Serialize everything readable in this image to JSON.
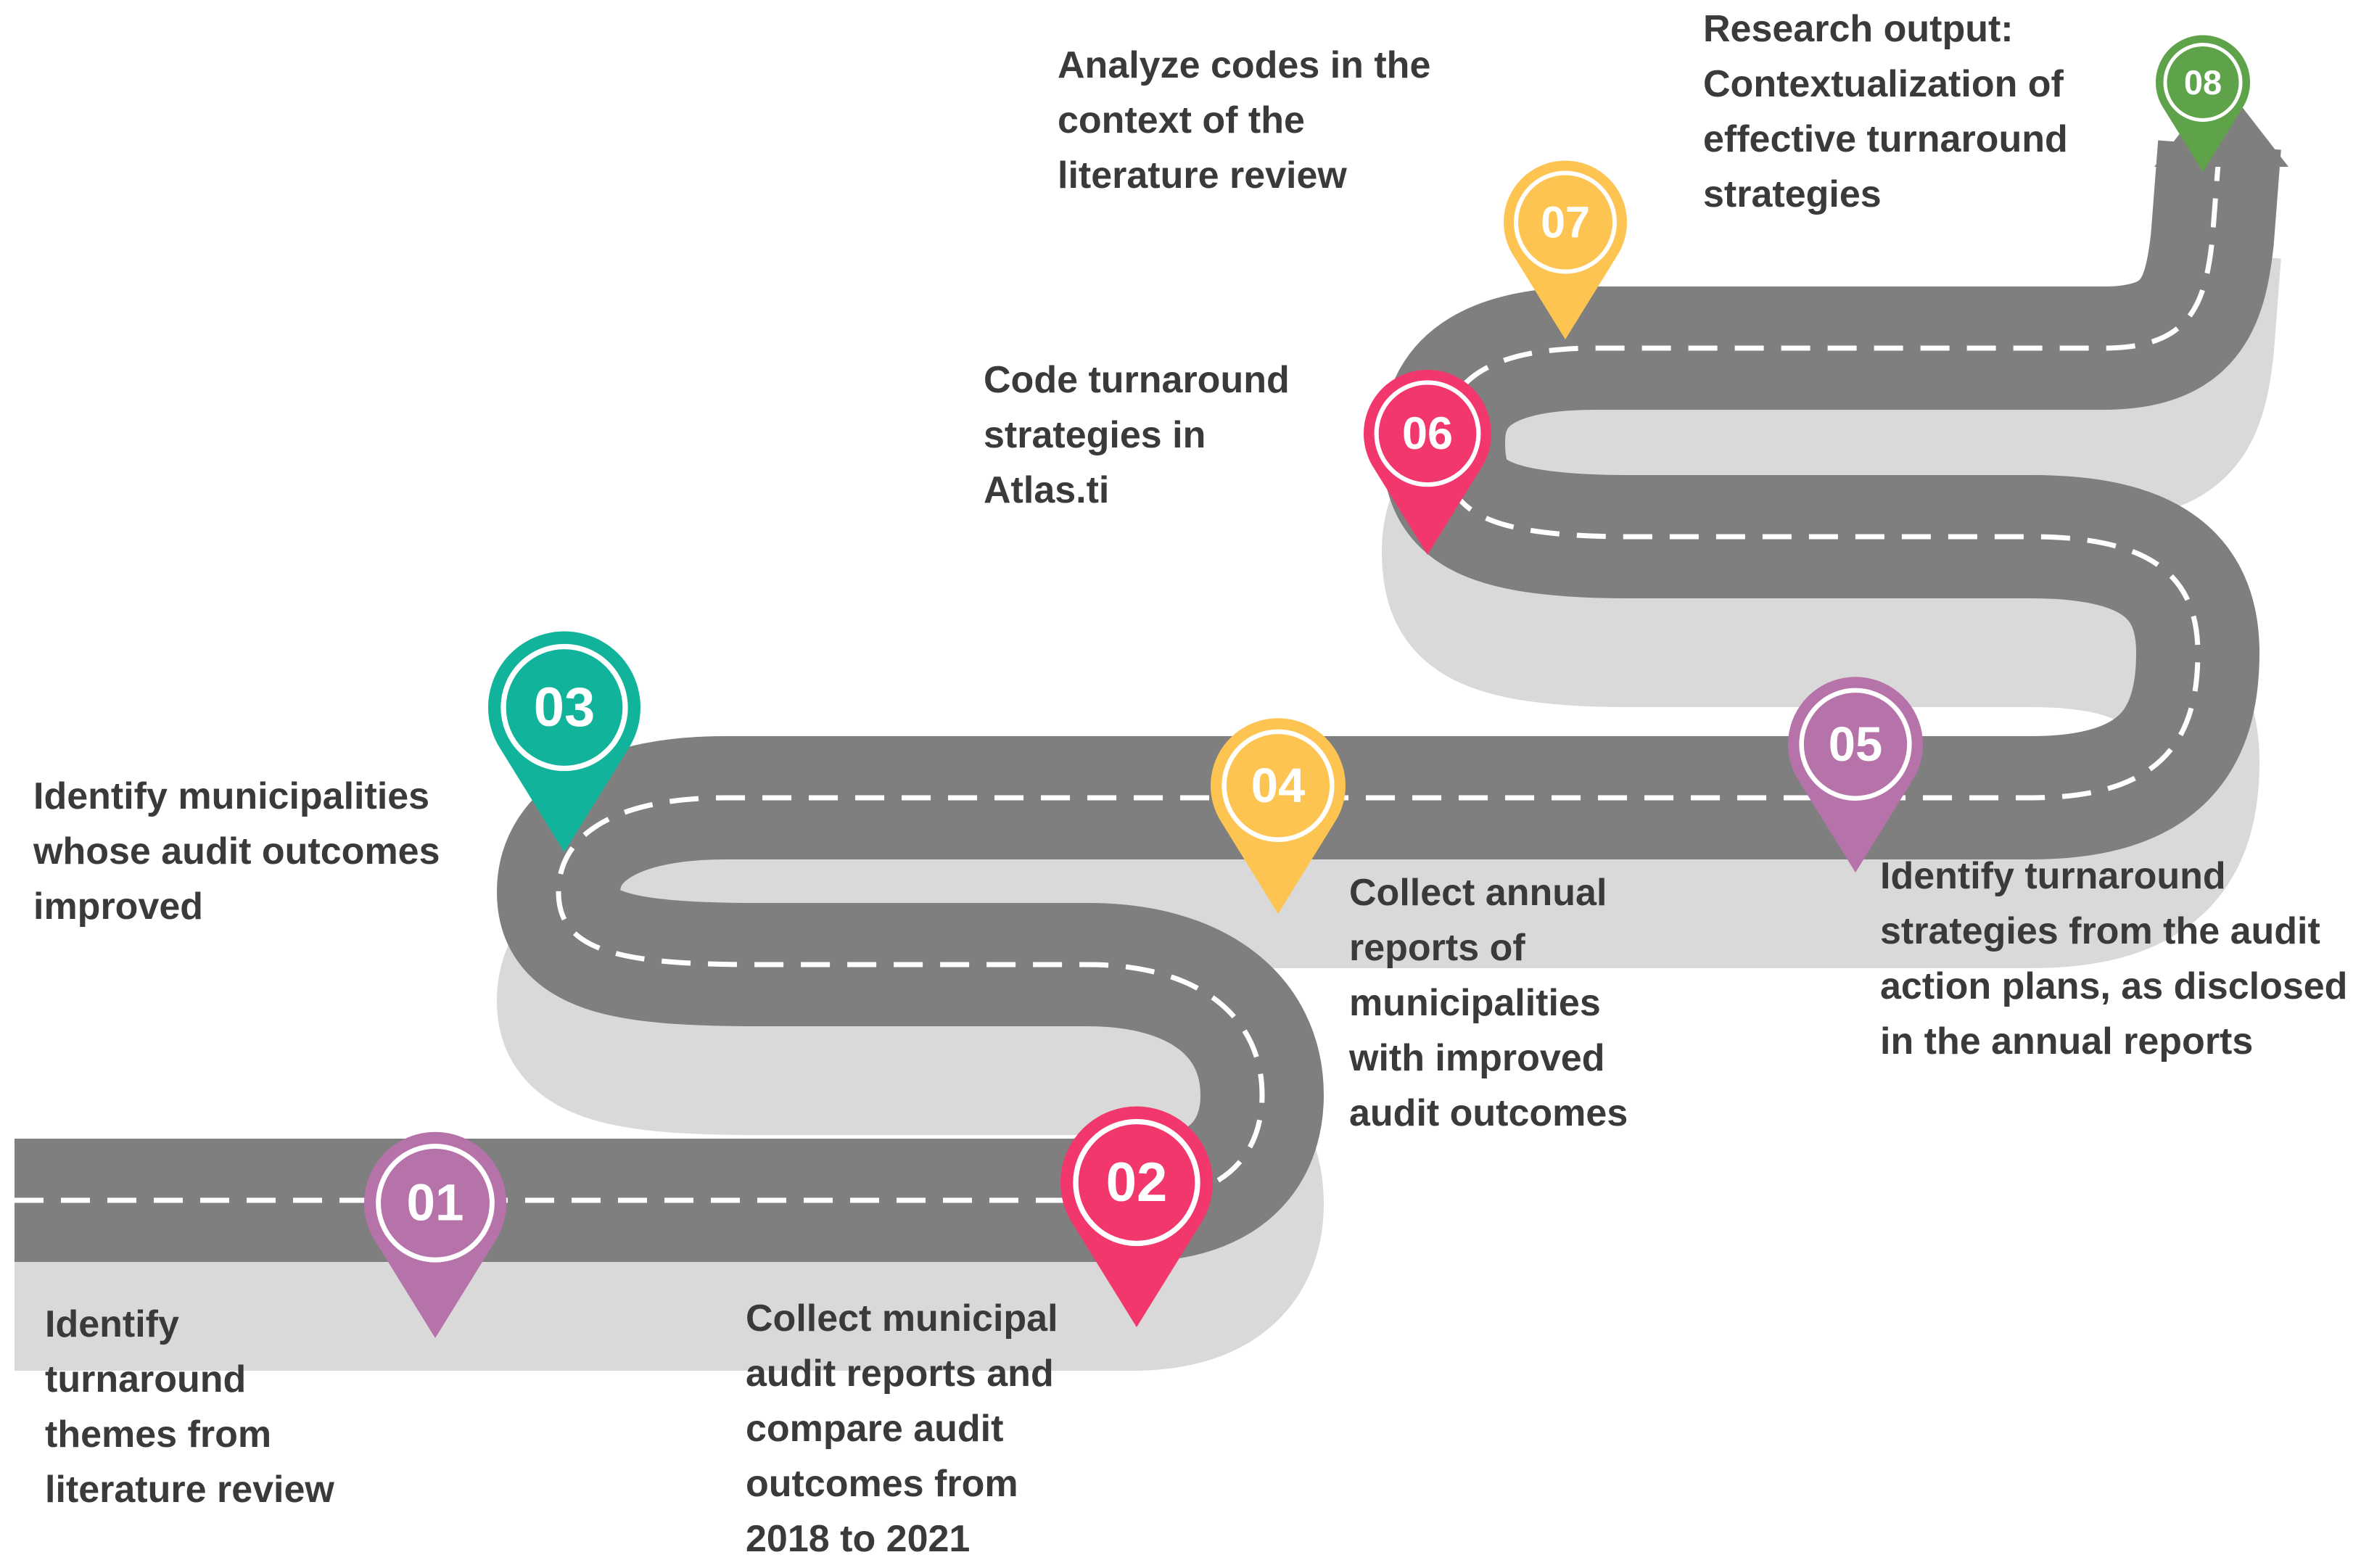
{
  "steps": [
    {
      "number": "01",
      "text": "Identify\nturnaround\nthemes from\nliterature review",
      "color": "#b673a9",
      "icon": "map-pin-icon"
    },
    {
      "number": "02",
      "text": "Collect municipal\naudit reports and\ncompare audit\noutcomes from\n2018 to 2021",
      "color": "#f2376d",
      "icon": "map-pin-icon"
    },
    {
      "number": "03",
      "text": "Identify municipalities\nwhose audit outcomes\nimproved",
      "color": "#12b39b",
      "icon": "map-pin-icon"
    },
    {
      "number": "04",
      "text": "Collect annual\nreports of\nmunicipalities\nwith improved\naudit outcomes",
      "color": "#fdc451",
      "icon": "map-pin-icon"
    },
    {
      "number": "05",
      "text": "Identify turnaround\nstrategies from the audit\naction plans, as disclosed\nin the annual reports",
      "color": "#b673a9",
      "icon": "map-pin-icon"
    },
    {
      "number": "06",
      "text": "Code turnaround\nstrategies in\nAtlas.ti",
      "color": "#f2376d",
      "icon": "map-pin-icon"
    },
    {
      "number": "07",
      "text": "Analyze codes in the\ncontext of the\nliterature review",
      "color": "#fdc451",
      "icon": "map-pin-icon"
    },
    {
      "number": "08",
      "text": "Research output:\nContextualization of\neffective turnaround\nstrategies",
      "color": "#5ea34a",
      "icon": "map-pin-icon"
    }
  ],
  "colors": {
    "road": "#7f7f7f",
    "road_shadow": "#d9d9d9",
    "lane_line": "#ffffff",
    "text": "#3a3a3a"
  }
}
